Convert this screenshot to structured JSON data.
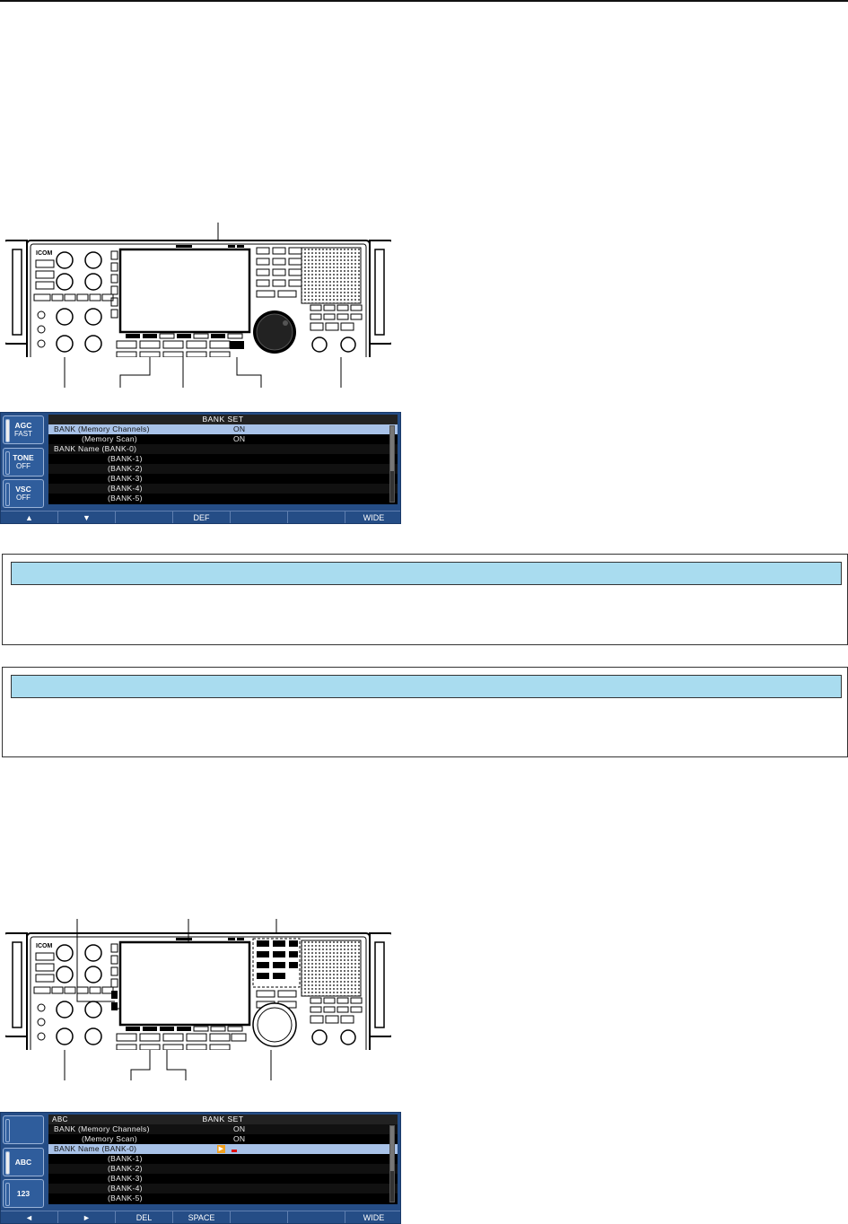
{
  "screen1": {
    "title": "BANK SET",
    "side_keys": [
      {
        "label": "AGC",
        "sub": "FAST"
      },
      {
        "label": "TONE",
        "sub": "OFF"
      },
      {
        "label": "VSC",
        "sub": "OFF"
      }
    ],
    "rows": [
      {
        "label": "BANK (Memory Channels)",
        "value": "ON"
      },
      {
        "label": "(Memory Scan)",
        "value": "ON"
      },
      {
        "label": "BANK Name (BANK-0)",
        "value": ""
      },
      {
        "label": "(BANK-1)",
        "value": ""
      },
      {
        "label": "(BANK-2)",
        "value": ""
      },
      {
        "label": "(BANK-3)",
        "value": ""
      },
      {
        "label": "(BANK-4)",
        "value": ""
      },
      {
        "label": "(BANK-5)",
        "value": ""
      }
    ],
    "func_keys": [
      "▲",
      "▼",
      "",
      "DEF",
      "",
      "",
      "WIDE"
    ]
  },
  "screen2": {
    "title": "BANK SET",
    "mode_label": "ABC",
    "side_keys": [
      {
        "label": "",
        "sub": ""
      },
      {
        "label": "ABC",
        "sub": ""
      },
      {
        "label": "123",
        "sub": ""
      }
    ],
    "rows": [
      {
        "label": "BANK (Memory Channels)",
        "value": "ON"
      },
      {
        "label": "(Memory Scan)",
        "value": "ON"
      },
      {
        "label": "BANK Name (BANK-0)",
        "value": ""
      },
      {
        "label": "(BANK-1)",
        "value": ""
      },
      {
        "label": "(BANK-2)",
        "value": ""
      },
      {
        "label": "(BANK-3)",
        "value": ""
      },
      {
        "label": "(BANK-4)",
        "value": ""
      },
      {
        "label": "(BANK-5)",
        "value": ""
      }
    ],
    "func_keys": [
      "◄",
      "►",
      "DEL",
      "SPACE",
      "",
      "",
      "WIDE"
    ]
  },
  "radio_brand": "ICOM",
  "colors": {
    "lcd_blue": "#254d86",
    "row_highlight": "#a8c2e8",
    "note_header": "#a9dcef",
    "cursor_arrow": "#f0a020",
    "cursor_red": "#e01010"
  }
}
